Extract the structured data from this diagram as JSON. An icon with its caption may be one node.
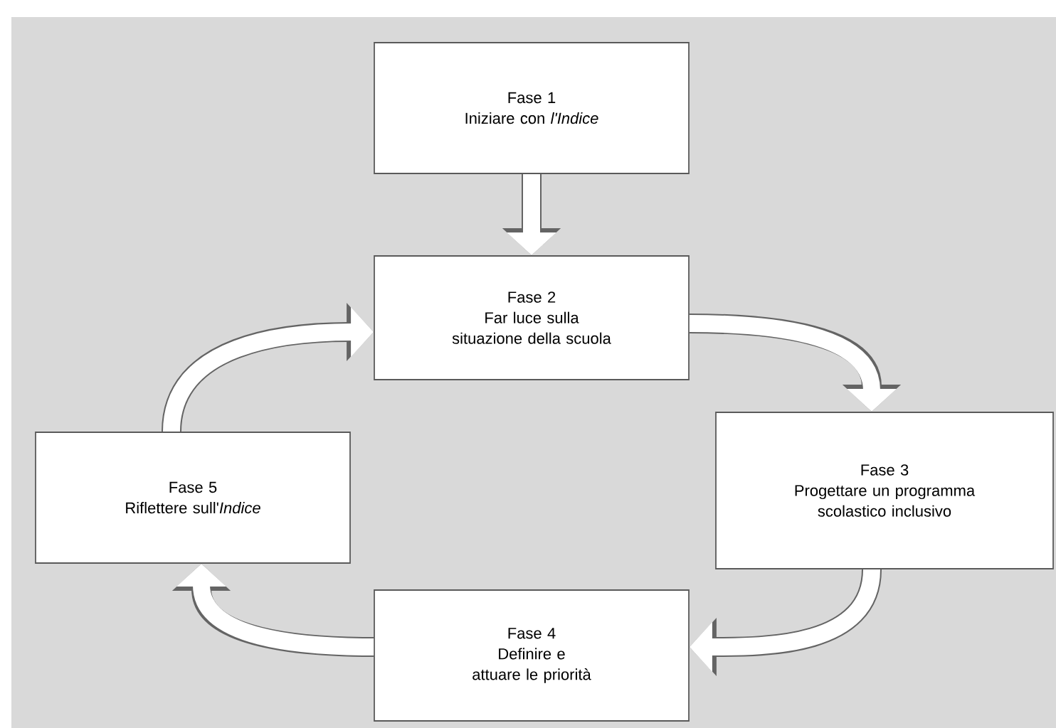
{
  "diagram": {
    "nodes": [
      {
        "text": [
          "Fase 1",
          "Iniziare con *l'Indice*"
        ]
      },
      {
        "text": [
          "Fase 2",
          "Far luce sulla situazione della scuola"
        ]
      },
      {
        "text": [
          "Fase 3",
          "Progettare un programma scolastico inclusivo"
        ]
      },
      {
        "text": [
          "Fase 4",
          "Definire e attuare le priorità"
        ]
      },
      {
        "text": [
          "Fase 5",
          "Riflettere sull'*Indice*"
        ]
      }
    ],
    "edges": [
      {
        "from": 0,
        "to": 1,
        "arrow": "to"
      },
      {
        "from": 1,
        "to": 2,
        "arrow": "to"
      },
      {
        "from": 2,
        "to": 3,
        "arrow": "to"
      },
      {
        "from": 3,
        "to": 4,
        "arrow": "to"
      },
      {
        "from": 4,
        "to": 1,
        "arrow": "to"
      }
    ]
  }
}
